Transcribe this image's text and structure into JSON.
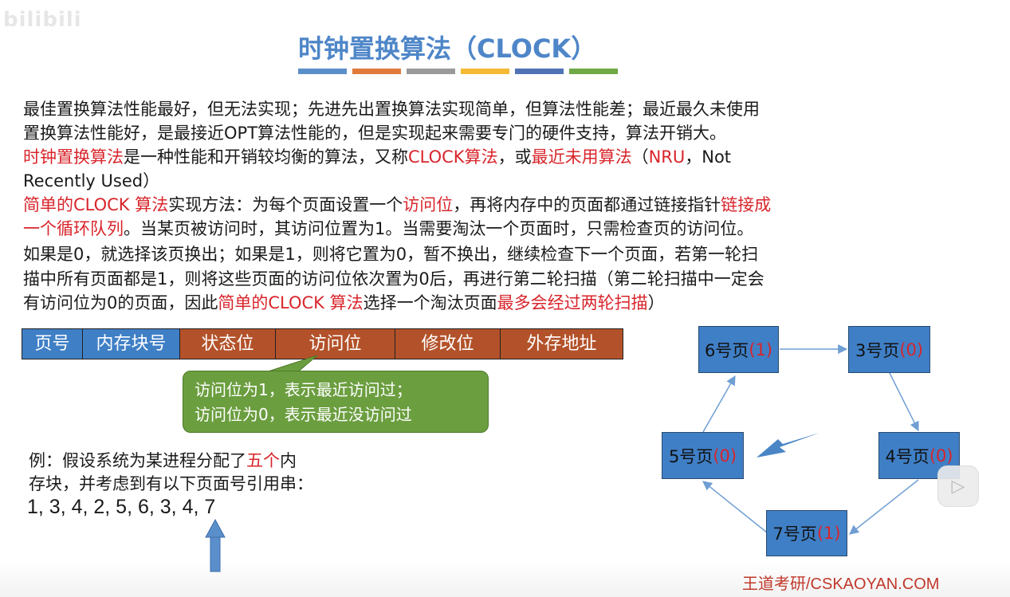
{
  "watermark_top": "bilibili",
  "title": "时钟置换算法（CLOCK）",
  "title_bar_colors": [
    "#5b8fc9",
    "#e07b3c",
    "#9a9a9a",
    "#f4b935",
    "#4f73b5",
    "#6fa845"
  ],
  "para": {
    "l1": "最佳置换算法性能最好，但无法实现；先进先出置换算法实现简单，但算法性能差；最近最久未使用",
    "l2": "置换算法性能好，是最接近OPT算法性能的，但是实现起来需要专门的硬件支持，算法开销大。",
    "l3a": "时钟置换算法",
    "l3b": "是一种性能和开销较均衡的算法，又称",
    "l3c": "CLOCK算法",
    "l3d": "，或",
    "l3e": "最近未用算法",
    "l3f": "（",
    "l3g": "NRU",
    "l3h": "，Not",
    "l4": "Recently Used）",
    "l5a": "简单的CLOCK 算法",
    "l5b": "实现方法：为每个页面设置一个",
    "l5c": "访问位",
    "l5d": "，再将内存中的页面都通过链接指针",
    "l5e": "链接成",
    "l6a": "一个循环队列",
    "l6b": "。当某页被访问时，其访问位置为1。当需要淘汰一个页面时，只需检查页的访问位。",
    "l7": "如果是0，就选择该页换出；如果是1，则将它置为0，暂不换出，继续检查下一个页面，若第一轮扫",
    "l8": "描中所有页面都是1，则将这些页面的访问位依次置为0后，再进行第二轮扫描（第二轮扫描中一定会",
    "l9a": "有访问位为0的页面，因此",
    "l9b": "简单的CLOCK 算法",
    "l9c": "选择一个淘汰页面",
    "l9d": "最多会经过两轮扫描",
    "l9e": "）"
  },
  "page_table_header": [
    "页号",
    "内存块号",
    "状态位",
    "访问位",
    "修改位",
    "外存地址"
  ],
  "callout": {
    "line1": "访问位为1，表示最近访问过；",
    "line2": "访问位为0，表示最近没访问过"
  },
  "example": {
    "line1a": "例：假设系统为某进程分配了",
    "line1b": "五个",
    "line1c": "内",
    "line2": "存块，并考虑到有以下页面号引用串：",
    "ref_string": "1, 3, 4, 2, 5, 6, 3, 4, 7"
  },
  "clock_nodes": [
    {
      "label": "6号页",
      "bit": "(1)"
    },
    {
      "label": "3号页",
      "bit": "(0)"
    },
    {
      "label": "4号页",
      "bit": "(0)"
    },
    {
      "label": "7号页",
      "bit": "(1)"
    },
    {
      "label": "5号页",
      "bit": "(0)"
    }
  ],
  "watermark_bottom": "王道考研/CSKAOYAN.COM",
  "colors": {
    "blue": "#3f7fc6",
    "brown": "#b3522a",
    "green": "#6b9e3f",
    "red": "#d8252b",
    "title": "#4e86c8"
  }
}
